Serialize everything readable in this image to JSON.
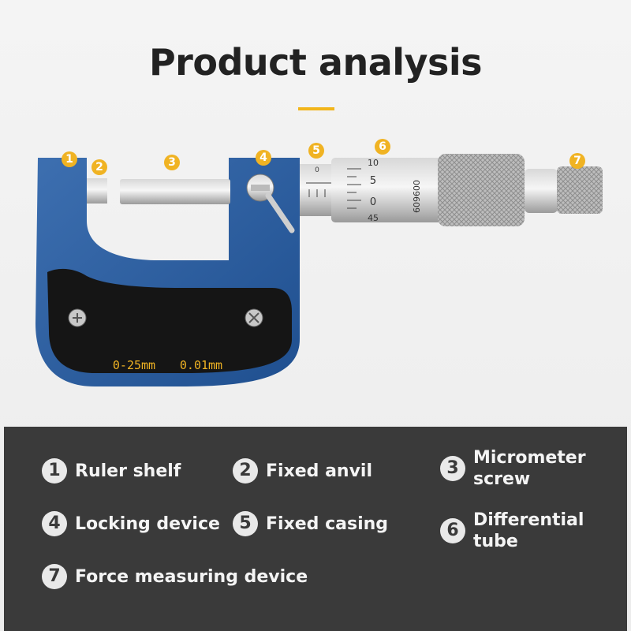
{
  "title": "Product analysis",
  "accent_color": "#f2b51b",
  "product": {
    "range_text": "0-25mm",
    "resolution_text": "0.01mm",
    "thimble_ticks": [
      "10",
      "5",
      "0",
      "45"
    ],
    "sleeve_tick": "0",
    "serial": "609600"
  },
  "callouts": [
    "1",
    "2",
    "3",
    "4",
    "5",
    "6",
    "7"
  ],
  "legend": [
    {
      "number": "1",
      "label": "Ruler shelf"
    },
    {
      "number": "2",
      "label": "Fixed anvil"
    },
    {
      "number": "3",
      "label": "Micrometer\nscrew"
    },
    {
      "number": "4",
      "label": "Locking device"
    },
    {
      "number": "5",
      "label": "Fixed casing"
    },
    {
      "number": "6",
      "label": "Differential tube"
    },
    {
      "number": "7",
      "label": "Force measuring device"
    }
  ]
}
